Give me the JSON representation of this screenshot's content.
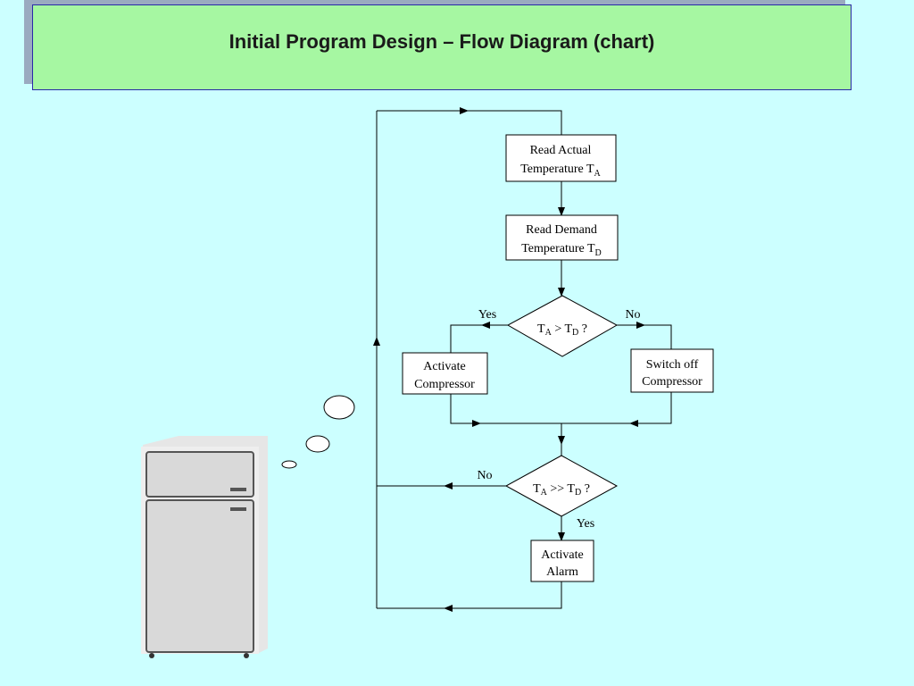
{
  "title": "Initial Program Design – Flow Diagram (chart)",
  "nodes": {
    "read_actual": {
      "line1": "Read Actual",
      "line2": "Temperature T",
      "sub": "A"
    },
    "read_demand": {
      "line1": "Read Demand",
      "line2": "Temperature T",
      "sub": "D"
    },
    "decision1": {
      "t1": "T",
      "s1": "A",
      "op": " > T",
      "s2": "D",
      "q": " ?"
    },
    "activate_compressor": {
      "line1": "Activate",
      "line2": "Compressor"
    },
    "switch_off": {
      "line1": "Switch off",
      "line2": "Compressor"
    },
    "decision2": {
      "t1": "T",
      "s1": "A",
      "op": " >> T",
      "s2": "D",
      "q": " ?"
    },
    "activate_alarm": {
      "line1": "Activate",
      "line2": "Alarm"
    }
  },
  "labels": {
    "yes1": "Yes",
    "no1": "No",
    "no2": "No",
    "yes2": "Yes"
  },
  "colors": {
    "background": "#ccffff",
    "title_bg": "#a6f7a2",
    "title_border": "#2a2aa8",
    "shadow": "#9aaac0"
  },
  "icons": {
    "fridge": "refrigerator-icon",
    "bubbles": "thought-bubble-icon"
  }
}
